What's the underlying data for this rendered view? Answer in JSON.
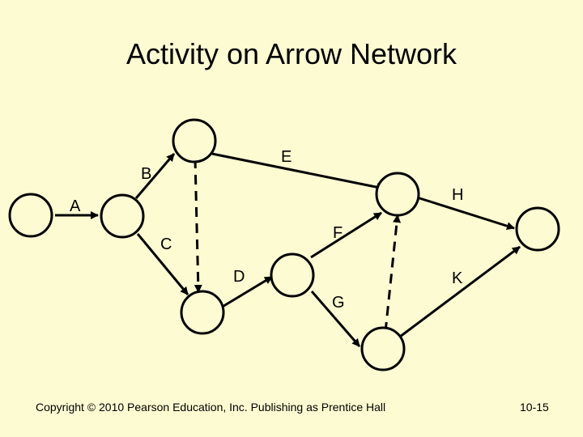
{
  "title": "Activity on Arrow Network",
  "activities": {
    "A": "A",
    "B": "B",
    "C": "C",
    "D": "D",
    "E": "E",
    "F": "F",
    "G": "G",
    "H": "H",
    "K": "K"
  },
  "footer": {
    "copyright": "Copyright © 2010 Pearson Education, Inc. Publishing as Prentice Hall",
    "slide_number": "10-15"
  }
}
